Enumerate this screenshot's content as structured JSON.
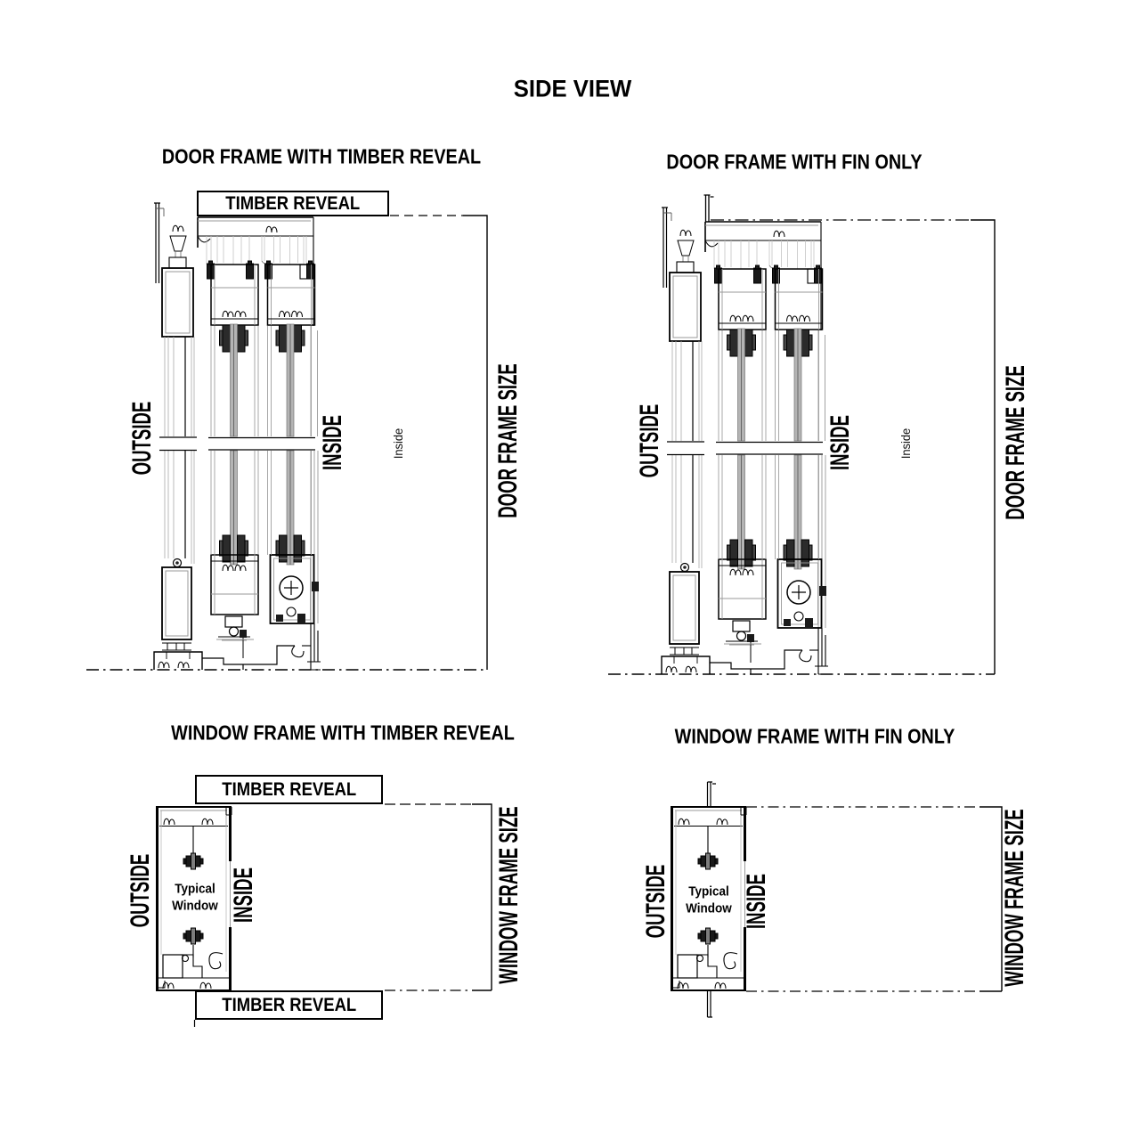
{
  "page_title": "SIDE VIEW",
  "panels": {
    "door_timber_reveal": {
      "title": "DOOR FRAME WITH TIMBER REVEAL",
      "reveal_label": "TIMBER REVEAL",
      "outside_label": "OUTSIDE",
      "inside_label": "INSIDE",
      "inside_annotation": "Inside",
      "frame_size_label": "DOOR FRAME SIZE"
    },
    "door_fin_only": {
      "title": "DOOR FRAME WITH FIN ONLY",
      "outside_label": "OUTSIDE",
      "inside_label": "INSIDE",
      "inside_annotation": "Inside",
      "frame_size_label": "DOOR FRAME SIZE"
    },
    "window_timber_reveal": {
      "title": "WINDOW FRAME WITH TIMBER REVEAL",
      "reveal_label_top": "TIMBER REVEAL",
      "reveal_label_bottom": "TIMBER REVEAL",
      "outside_label": "OUTSIDE",
      "inside_label": "INSIDE",
      "window_annotation": "Typical Window",
      "frame_size_label": "WINDOW FRAME SIZE"
    },
    "window_fin_only": {
      "title": "WINDOW FRAME WITH FIN ONLY",
      "outside_label": "OUTSIDE",
      "inside_label": "INSIDE",
      "window_annotation": "Typical Window",
      "frame_size_label": "WINDOW FRAME SIZE"
    }
  },
  "colors": {
    "line": "#000000",
    "light_line": "#999999",
    "glazing": "#b4b4b4",
    "background": "#ffffff"
  }
}
